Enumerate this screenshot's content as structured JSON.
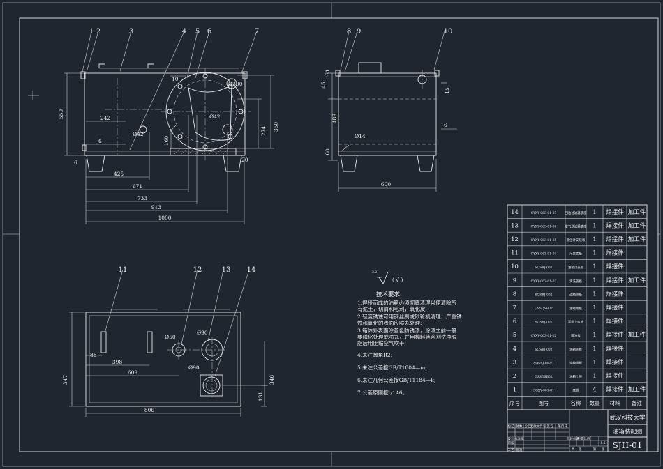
{
  "front_view": {
    "part_numbers": [
      "1",
      "2",
      "3",
      "4",
      "5",
      "6",
      "7"
    ],
    "dimensions": {
      "height_550": "550",
      "d242": "242",
      "d6a": "6",
      "d6b": "6",
      "d425": "425",
      "d671": "671",
      "d733": "733",
      "d913": "913",
      "d1000": "1000",
      "d160": "160",
      "d10": "10",
      "phi300": "Ø300",
      "phi42a": "Ø42",
      "phi42b": "Ø42",
      "d274": "274",
      "d350": "350",
      "d20": "20"
    }
  },
  "side_view": {
    "part_numbers": [
      "8",
      "9",
      "10"
    ],
    "dimensions": {
      "d61": "61",
      "d45": "45",
      "d489": "489",
      "d60": "60",
      "phi14": "Ø14",
      "d600": "600",
      "d6": "6",
      "d15": "15"
    }
  },
  "top_view": {
    "part_numbers": [
      "11",
      "12",
      "13",
      "14"
    ],
    "dimensions": {
      "d88": "88",
      "d398": "398",
      "d609": "609",
      "d347": "347",
      "d806": "806",
      "phi50": "Ø50",
      "phi90a": "Ø90",
      "phi90b": "Ø90",
      "d346": "346",
      "d131": "131"
    }
  },
  "roughness": {
    "value": "3.2",
    "note": "( √ )"
  },
  "tech_requirements": {
    "title": "技术要求:",
    "lines": [
      "1.焊接而成的油箱必须彻底清理以便清除所",
      "有泥土，切屑和毛刺，氧化皮;",
      "2.轻度锈蚀可用钢丝刷或砂轮机清理，严重锈",
      "蚀和氧化的表面应喷丸处理;",
      "3.箱体外表面涂蓝色防锈漆，涂漆之前一般",
      "要磷化处理或喷丸，并用棉料等溶剂洗净脱",
      "脂后用压缩空气吹干;",
      "4.未注圆角R2;",
      "5.未注公差按GB/T1804—m;",
      "6.未注几何公差按GB/T1184—k;",
      "7.公差原则按t/146。"
    ]
  },
  "bom": {
    "header": [
      "序号",
      "图号",
      "名称",
      "数量",
      "材料",
      "备注"
    ],
    "rows": [
      {
        "no": "14",
        "code": "CYXY-063-01-07",
        "name": "回油过滤器底座",
        "qty": "1",
        "mat": "焊接件",
        "note": "加工件"
      },
      {
        "no": "13",
        "code": "CYXY-063-01-06",
        "name": "空气过滤器底座",
        "qty": "1",
        "mat": "焊接件",
        "note": "加工件"
      },
      {
        "no": "12",
        "code": "CYXY-063-01-05",
        "name": "液位计安装板",
        "qty": "1",
        "mat": "焊接件",
        "note": "加工件"
      },
      {
        "no": "11",
        "code": "CYXY-063-01-04",
        "name": "吊装底板",
        "qty": "1",
        "mat": "焊接件",
        "note": ""
      },
      {
        "no": "10",
        "code": "SQSBJ-002",
        "name": "油箱顶盖板",
        "qty": "1",
        "mat": "焊接件",
        "note": ""
      },
      {
        "no": "9",
        "code": "CYXY-063-01-03",
        "name": "清洗盖板",
        "qty": "1",
        "mat": "焊接件",
        "note": "加工件"
      },
      {
        "no": "8",
        "code": "SQSBJ-002",
        "name": "油箱侧板",
        "qty": "1",
        "mat": "焊接件",
        "note": ""
      },
      {
        "no": "7",
        "code": "GSSQSB02",
        "name": "油箱端板",
        "qty": "1",
        "mat": "焊接件",
        "note": ""
      },
      {
        "no": "6",
        "code": "SQSBJ-002",
        "name": "泵组上底板",
        "qty": "1",
        "mat": "焊接件",
        "note": ""
      },
      {
        "no": "5",
        "code": "CYXY-063-01-02",
        "name": "隔油板",
        "qty": "1",
        "mat": "焊接件",
        "note": "加工件"
      },
      {
        "no": "4",
        "code": "SQSBJ-002",
        "name": "油箱底板",
        "qty": "1",
        "mat": "焊接件",
        "note": ""
      },
      {
        "no": "3",
        "code": "SQSBJ-002/1",
        "name": "油箱侧板",
        "qty": "1",
        "mat": "焊接件",
        "note": ""
      },
      {
        "no": "2",
        "code": "GSSQSB02",
        "name": "油箱上盖",
        "qty": "1",
        "mat": "焊接件",
        "note": ""
      },
      {
        "no": "1",
        "code": "SQXY-001-01",
        "name": "底脚",
        "qty": "4",
        "mat": "焊接件",
        "note": "加工件"
      }
    ]
  },
  "title_block": {
    "university": "武汉科技大学",
    "drawing_name": "油箱装配图",
    "drawing_number": "SJH-01",
    "scale": "1:5",
    "small": [
      "标记",
      "处数",
      "分区",
      "更改文件号",
      "签名",
      "年月日",
      "设计",
      "标准化",
      "审核",
      "工艺",
      "批准",
      "阶段标记",
      "重量",
      "比例",
      "共",
      "张",
      "第",
      "张"
    ]
  }
}
